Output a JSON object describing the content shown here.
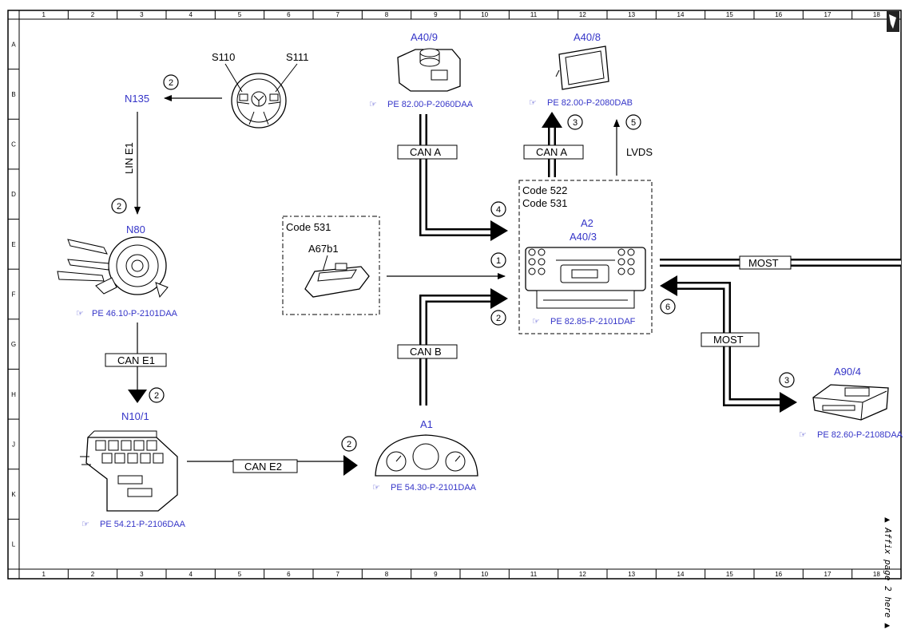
{
  "grid": {
    "columns": [
      "1",
      "2",
      "3",
      "4",
      "5",
      "6",
      "7",
      "8",
      "9",
      "10",
      "11",
      "12",
      "13",
      "14",
      "15",
      "16",
      "17",
      "18"
    ],
    "rows": [
      "A",
      "B",
      "C",
      "D",
      "E",
      "F",
      "G",
      "H",
      "J",
      "K",
      "L"
    ]
  },
  "components": {
    "steering_wheel": {
      "label_left": "S110",
      "label_right": "S111"
    },
    "n135": {
      "label": "N135"
    },
    "n80": {
      "label": "N80",
      "ref": "PE 46.10-P-2101DAA"
    },
    "n10_1": {
      "label": "N10/1",
      "ref": "PE 54.21-P-2106DAA"
    },
    "a40_9": {
      "label": "A40/9",
      "ref": "PE 82.00-P-2060DAA"
    },
    "a40_8": {
      "label": "A40/8",
      "ref": "PE 82.00-P-2080DAB"
    },
    "a2": {
      "label1": "A2",
      "label2": "A40/3",
      "ref": "PE 82.85-P-2101DAF",
      "code1": "Code 522",
      "code2": "Code 531"
    },
    "a67b1": {
      "label": "A67b1",
      "code": "Code 531"
    },
    "a1": {
      "label": "A1",
      "ref": "PE 54.30-P-2101DAA"
    },
    "a90_4": {
      "label": "A90/4",
      "ref": "PE 82.60-P-2108DAA"
    }
  },
  "buses": {
    "lin_e1": "LIN E1",
    "can_e1": "CAN E1",
    "can_e2": "CAN E2",
    "can_a_left": "CAN A",
    "can_a_right": "CAN A",
    "can_b": "CAN B",
    "lvds": "LVDS",
    "most_top": "MOST",
    "most_bottom": "MOST"
  },
  "callouts": {
    "c_n135": "2",
    "c_n80": "2",
    "c_n10": "2",
    "c_a1": "2",
    "c_a40_9": "4",
    "c_a67b1": "1",
    "c_canb": "2",
    "c_a40_8_can": "3",
    "c_a40_8_lvds": "5",
    "c_most": "6",
    "c_a90": "3"
  },
  "side_note": "▲ Affix page 2 here ▲",
  "colors": {
    "label_blue": "#3535c8",
    "line": "#000000",
    "background": "#ffffff"
  }
}
